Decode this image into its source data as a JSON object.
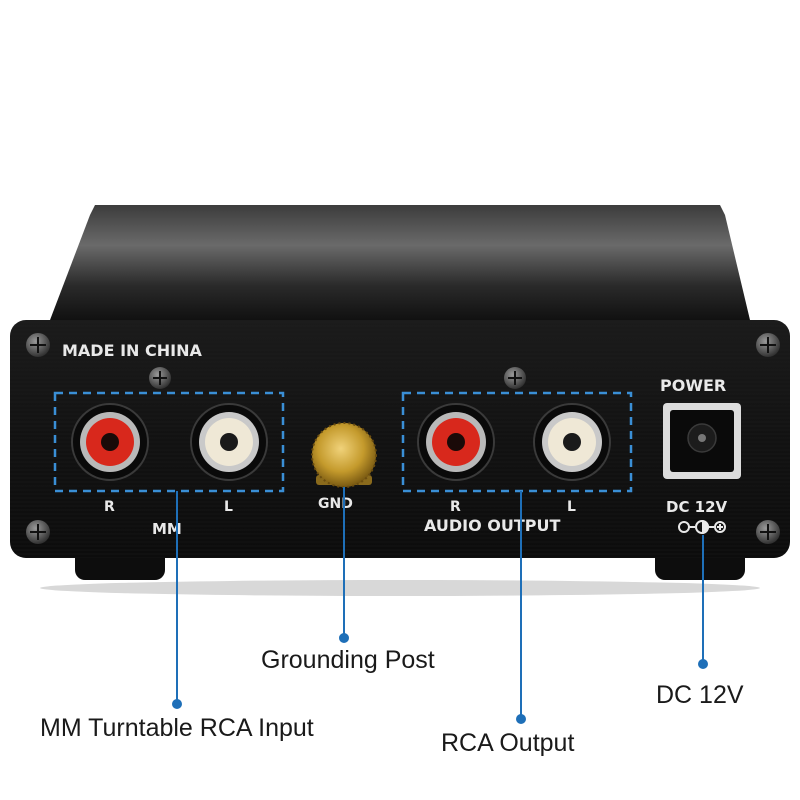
{
  "panel": {
    "made_in": "MADE IN CHINA",
    "power": "POWER",
    "dc_spec": "DC 12V",
    "gnd": "GND",
    "mm_group": "MM",
    "output_group": "AUDIO OUTPUT",
    "mm_right": "R",
    "mm_left": "L",
    "out_right": "R",
    "out_left": "L"
  },
  "callouts": {
    "grounding_post": "Grounding Post",
    "mm_input": "MM Turntable RCA Input",
    "rca_output": "RCA Output",
    "dc_input": "DC 12V"
  },
  "colors": {
    "chassis": "#141414",
    "dashed_box": "#3a8fd6",
    "leader_line": "#1e6fb8",
    "red_jack": "#d8281c",
    "white_jack": "#efe8d6",
    "gold_post": "#c49a2c"
  },
  "icons": [
    "screw-icon",
    "rca-jack-red-icon",
    "rca-jack-white-icon",
    "ground-post-icon",
    "dc-jack-icon",
    "polarity-icon"
  ]
}
